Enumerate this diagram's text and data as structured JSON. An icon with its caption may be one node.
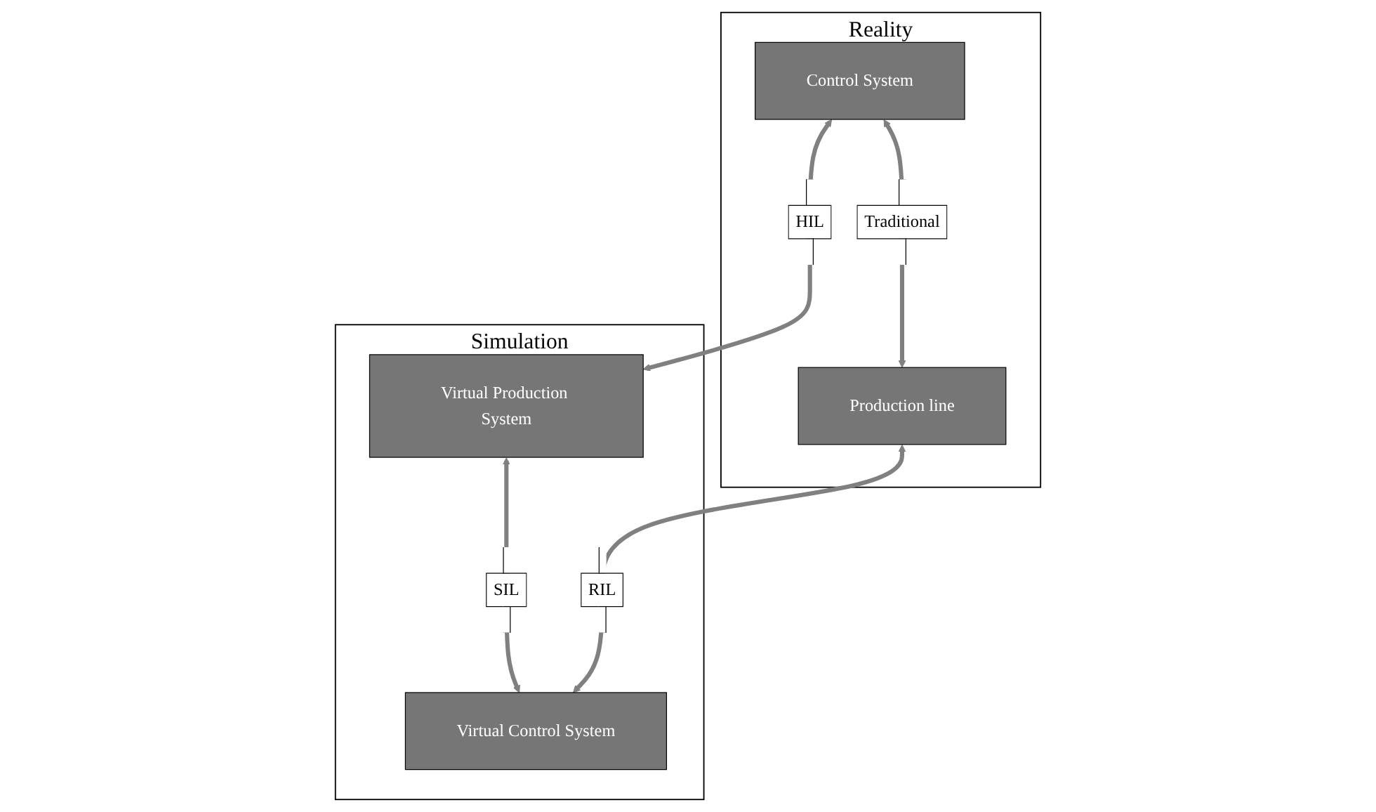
{
  "diagram": {
    "nodes": [
      {
        "text": [
          "Reality"
        ]
      },
      {
        "text": [
          "Control System"
        ],
        "in": 0
      },
      {
        "text": [
          "Production line"
        ],
        "in": 0
      },
      {
        "text": [
          "Simulation"
        ]
      },
      {
        "text": [
          "Virtual Production System"
        ],
        "in": 3
      },
      {
        "text": [
          "Virtual Control System"
        ],
        "in": 3
      }
    ],
    "edges": [
      {
        "from": 1,
        "to": 4,
        "arrow": "both",
        "label": "HIL"
      },
      {
        "from": 1,
        "to": 2,
        "arrow": "both",
        "label": "Traditional"
      },
      {
        "from": 4,
        "to": 5,
        "arrow": "both",
        "label": "SIL"
      },
      {
        "from": 2,
        "to": 5,
        "arrow": "both",
        "label": "RIL"
      }
    ]
  }
}
